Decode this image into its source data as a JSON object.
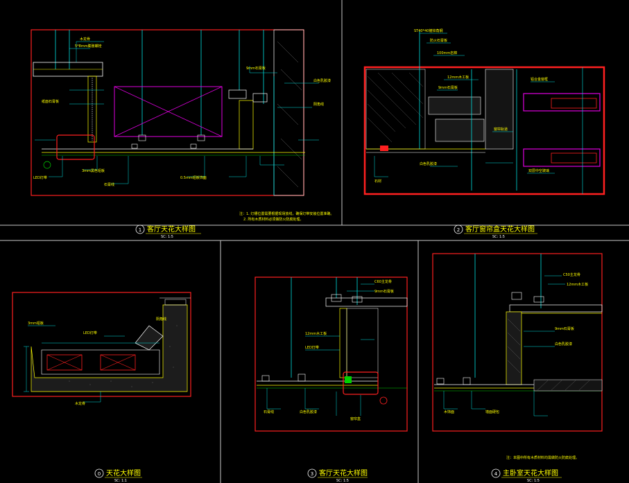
{
  "colors": {
    "background": "#000000",
    "frame_red": "#ff2020",
    "divider": "#c8c8c8",
    "text_yellow": "#ffff00",
    "magenta": "#e000e0",
    "cyan": "#00e0e0",
    "green": "#00d000",
    "white": "#ffffff"
  },
  "panels": [
    {
      "id": "p1",
      "number": "1",
      "title": "客厅天花大样图",
      "scale": "SC: 1:5",
      "labels": [
        "5*8mm膨胀螺栓",
        "木龙骨",
        "纸面石膏板",
        "9mm石膏板",
        "白色乳胶漆",
        "阴角线",
        "LED灯带",
        "3mm黑色铝板",
        "石膏线",
        "0.5mm铝板饰面"
      ],
      "notes": [
        "注：1. 灯槽位置需要根据现场放线，确保灯带安装位置准确。",
        "2. 所有木质材料必须做防火防腐处理。"
      ]
    },
    {
      "id": "p2",
      "number": "2",
      "title": "客厅窗帘盒天花大样图",
      "scale": "SC: 1:5",
      "labels": [
        "ST40*40镀锌角钢",
        "防火石膏板",
        "100mm岩棉",
        "12mm木工板",
        "9mm石膏板",
        "铝合金窗框",
        "双层中空玻璃",
        "窗帘轨道",
        "石材",
        "白色乳胶漆"
      ]
    },
    {
      "id": "p0",
      "number": "0",
      "title": "天花大样图",
      "scale": "SC: 1:1",
      "labels": [
        "3mm铝板",
        "LED灯带",
        "木龙骨",
        "阴角线"
      ]
    },
    {
      "id": "p3",
      "number": "3",
      "title": "客厅天花大样图",
      "scale": "SC: 1:5",
      "labels": [
        "C60主龙骨",
        "9mm石膏板",
        "12mm木工板",
        "LED灯带",
        "石膏线",
        "白色乳胶漆",
        "窗帘盒"
      ]
    },
    {
      "id": "p4",
      "number": "4",
      "title": "主卧室天花大样图",
      "scale": "SC: 1:5",
      "labels": [
        "C50主龙骨",
        "12mm木工板",
        "9mm石膏板",
        "白色乳胶漆",
        "木饰面",
        "墙面硬包"
      ],
      "notes": [
        "注：本图中所有木质材料均需做防火防腐处理。"
      ]
    }
  ]
}
